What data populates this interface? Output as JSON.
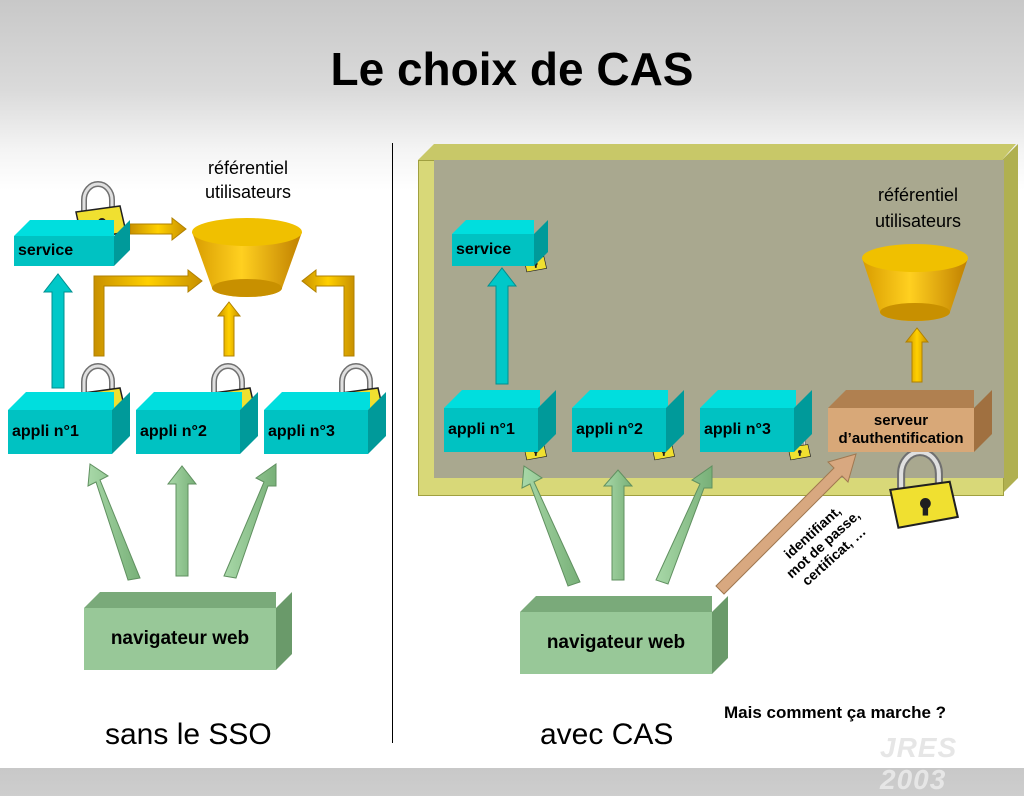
{
  "title": "Le choix de CAS",
  "left": {
    "ref_line1": "référentiel",
    "ref_line2": "utilisateurs",
    "service": "service",
    "appli1": "appli n°1",
    "appli2": "appli n°2",
    "appli3": "appli n°3",
    "browser": "navigateur web",
    "caption": "sans le SSO"
  },
  "right": {
    "ref_line1": "référentiel",
    "ref_line2": "utilisateurs",
    "service": "service",
    "appli1": "appli n°1",
    "appli2": "appli n°2",
    "appli3": "appli n°3",
    "server_line1": "serveur",
    "server_line2": "d’authentification",
    "browser": "navigateur web",
    "caption": "avec CAS",
    "credentials_line1": "identifiant,",
    "credentials_line2": "mot de passe,",
    "credentials_line3": "certificat, …"
  },
  "note": "Mais comment ça marche ?",
  "watermark": "JRES 2003",
  "colors": {
    "cyan": "#00c2c2",
    "gold": "#e0b000",
    "green": "#98c898",
    "tan": "#d8a878",
    "panel": "#a9a88f"
  }
}
